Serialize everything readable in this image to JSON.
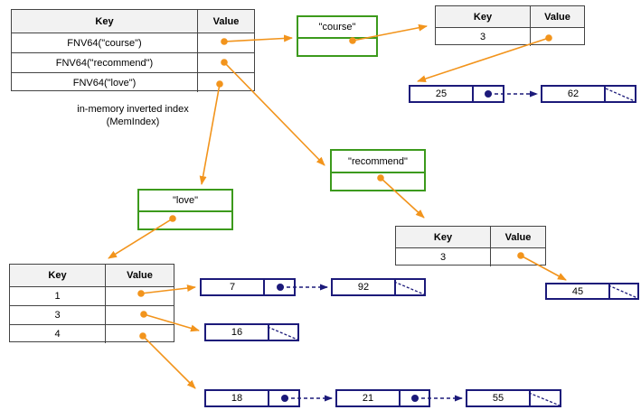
{
  "index_caption": [
    "in-memory inverted index",
    "(MemIndex)"
  ],
  "main_table": {
    "header": {
      "key": "Key",
      "value": "Value"
    },
    "rows": [
      {
        "key": "FNV64(\"course\")"
      },
      {
        "key": "FNV64(\"recommend\")"
      },
      {
        "key": "FNV64(\"love\")"
      }
    ]
  },
  "term_boxes": {
    "course": "\"course\"",
    "recommend": "\"recommend\"",
    "love": "\"love\""
  },
  "course_table": {
    "header": {
      "key": "Key",
      "value": "Value"
    },
    "rows": [
      {
        "key": "3"
      }
    ]
  },
  "recommend_table": {
    "header": {
      "key": "Key",
      "value": "Value"
    },
    "rows": [
      {
        "key": "3"
      }
    ]
  },
  "love_table": {
    "header": {
      "key": "Key",
      "value": "Value"
    },
    "rows": [
      {
        "key": "1"
      },
      {
        "key": "3"
      },
      {
        "key": "4"
      }
    ]
  },
  "postings": {
    "course_3": [
      "25",
      "62"
    ],
    "recommend_3": [
      "45"
    ],
    "love_1": [
      "7",
      "92"
    ],
    "love_3": [
      "16"
    ],
    "love_4": [
      "18",
      "21",
      "55"
    ]
  },
  "colors": {
    "pointer": "#f2941c",
    "node_border": "#1c1a7a",
    "term_border": "#3c9a1c",
    "table_border": "#444444"
  }
}
